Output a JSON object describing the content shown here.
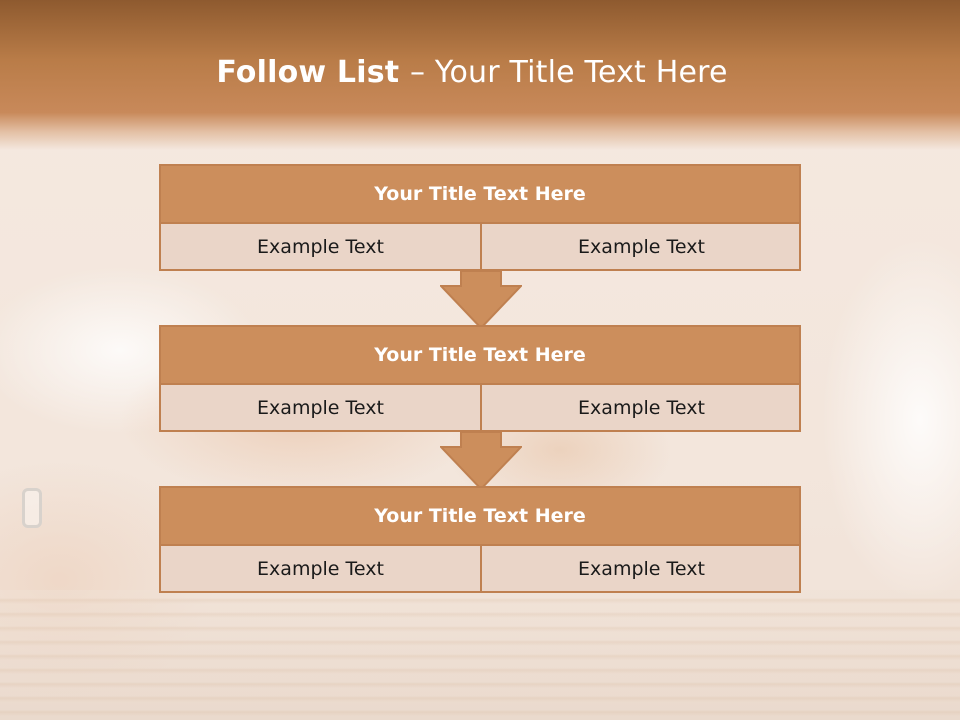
{
  "slide": {
    "title_bold": "Follow List ",
    "title_rest": " – Your Title Text Here"
  },
  "flow": [
    {
      "title": "Your Title Text Here",
      "left": "Example Text",
      "right": "Example Text"
    },
    {
      "title": "Your Title Text Here",
      "left": "Example Text",
      "right": "Example Text"
    },
    {
      "title": "Your Title Text Here",
      "left": "Example Text",
      "right": "Example Text"
    }
  ],
  "colors": {
    "header_brown": "#8e5a2f",
    "box_header": "#cc8e5c",
    "box_border": "#bf8050",
    "box_body": "#ead5c8"
  }
}
